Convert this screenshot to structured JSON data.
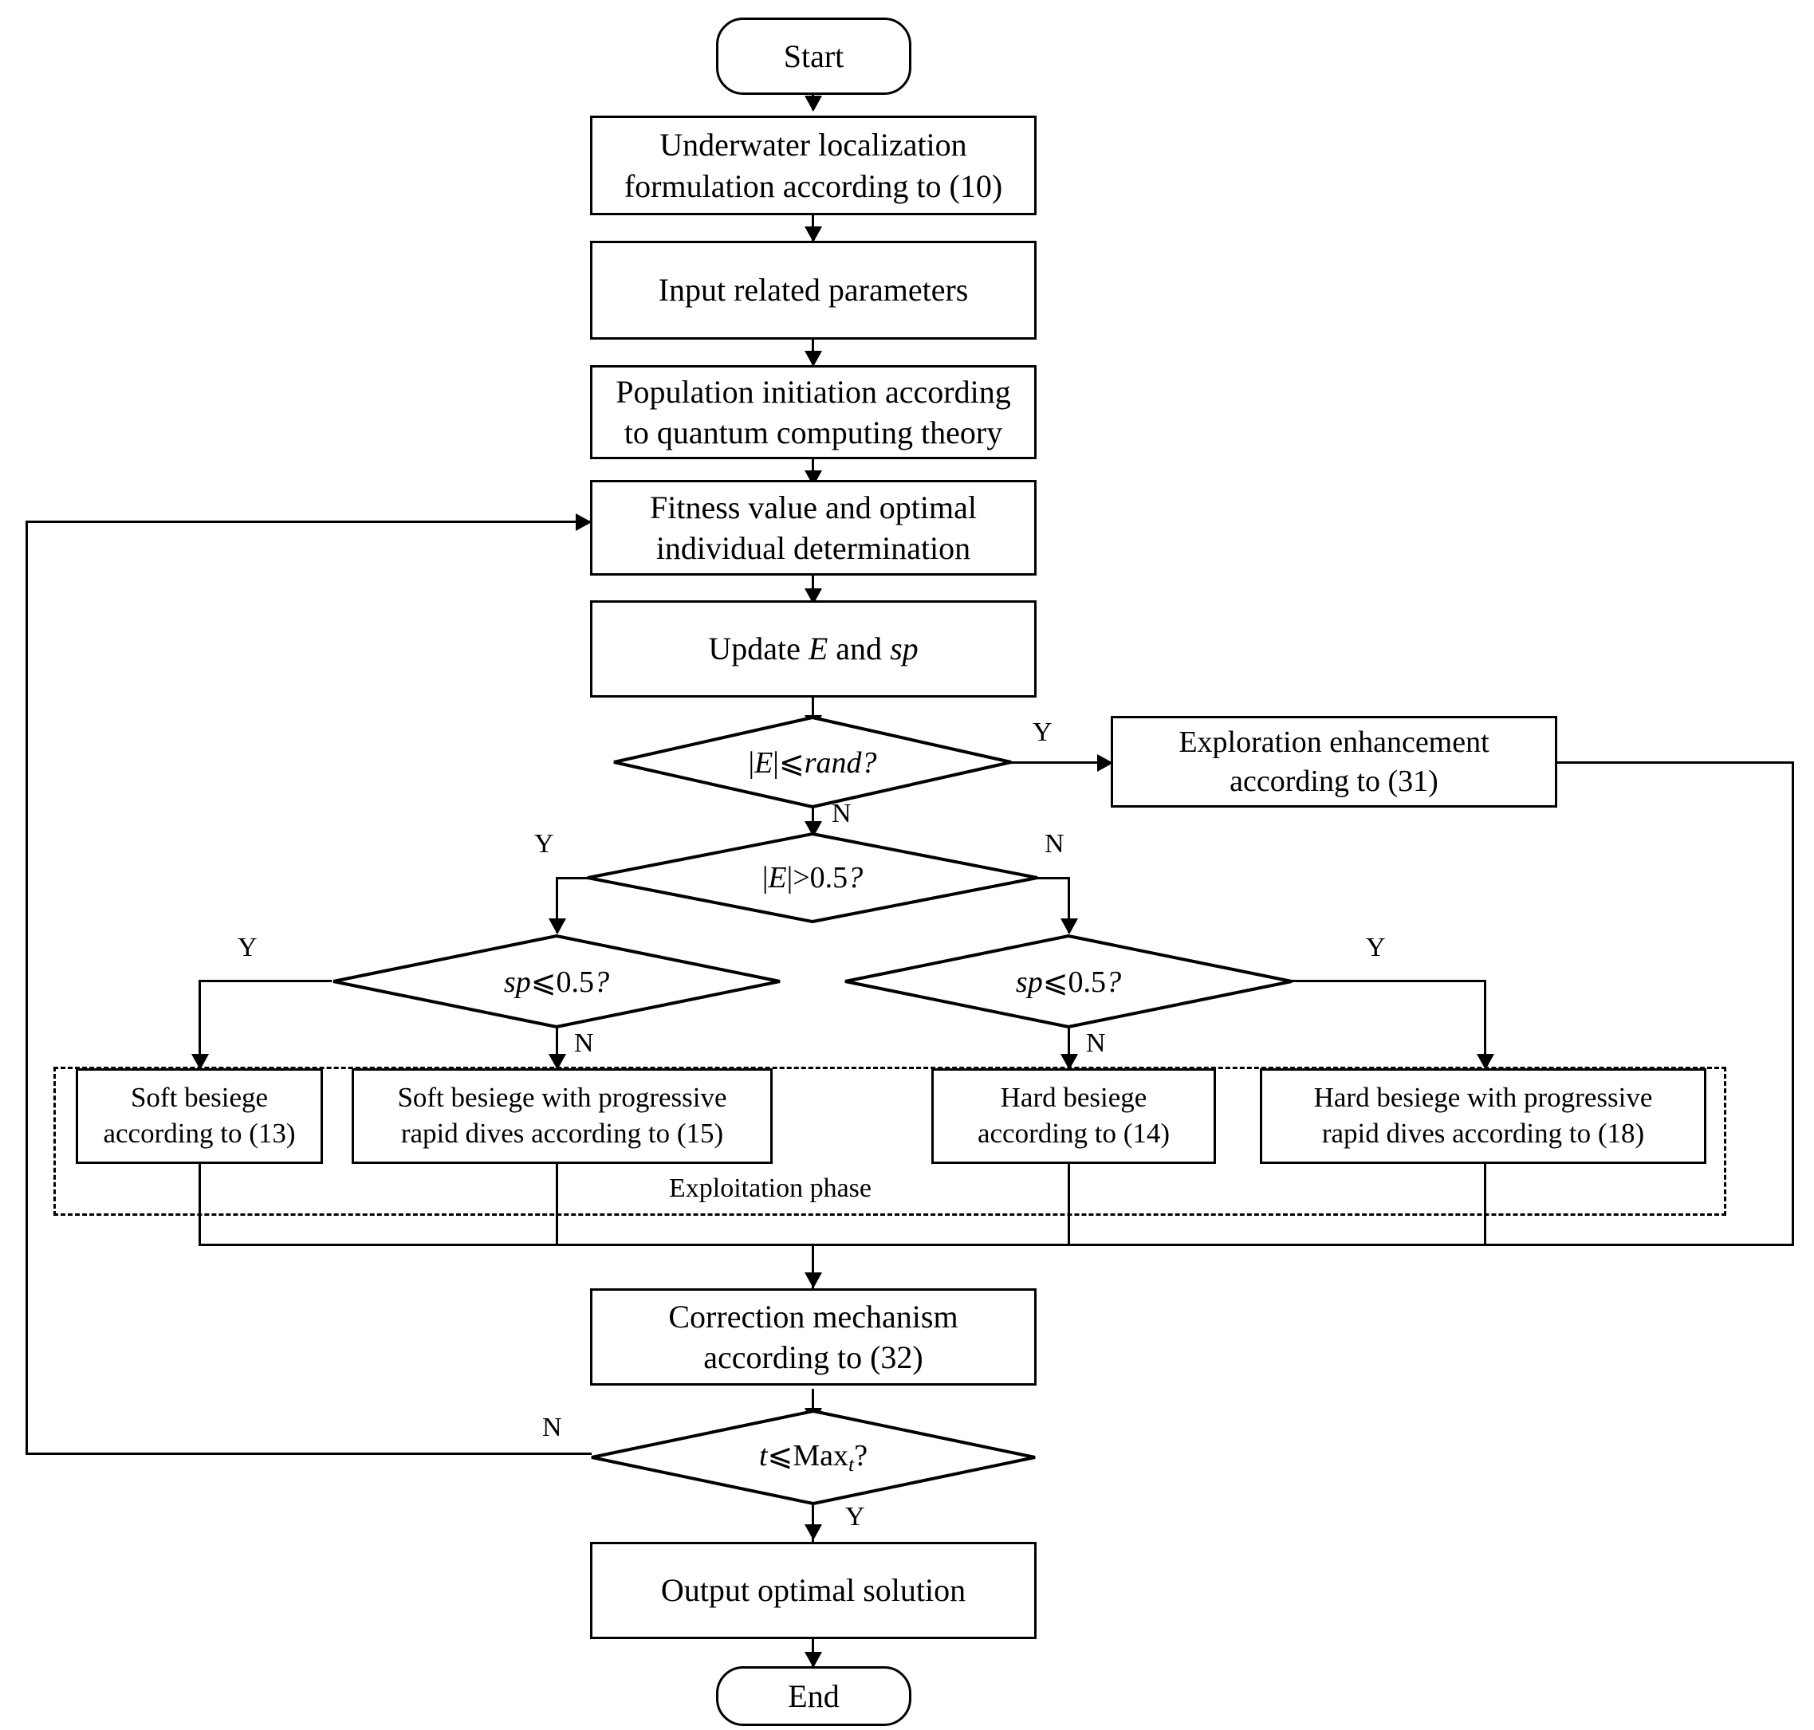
{
  "diagram": {
    "title": "Quantum Harris Hawks Optimization flowchart for underwater localization",
    "type": "flowchart",
    "phase_label": "Exploitation phase",
    "colors": {
      "stroke": "#000000",
      "fill": "#ffffff",
      "text": "#000000"
    },
    "nodes": [
      {
        "id": "start",
        "shape": "terminator",
        "text": "Start"
      },
      {
        "id": "formulation",
        "shape": "process",
        "line1": "Underwater localization",
        "line2": "formulation according to (10)"
      },
      {
        "id": "input",
        "shape": "process",
        "line1": "Input related parameters"
      },
      {
        "id": "population",
        "shape": "process",
        "line1": "Population initiation according",
        "line2": "to quantum computing theory"
      },
      {
        "id": "fitness",
        "shape": "process",
        "line1": "Fitness value and optimal",
        "line2": "individual determination"
      },
      {
        "id": "update",
        "shape": "process",
        "line1": "Update E and sp"
      },
      {
        "id": "d_rand",
        "shape": "decision",
        "text": "|E|⩽rand?"
      },
      {
        "id": "explore",
        "shape": "process",
        "line1": "Exploration enhancement",
        "line2": "according to (31)"
      },
      {
        "id": "d_e05",
        "shape": "decision",
        "text": "|E|>0.5?"
      },
      {
        "id": "d_sp_left",
        "shape": "decision",
        "text": "sp⩽0.5?"
      },
      {
        "id": "d_sp_right",
        "shape": "decision",
        "text": "sp⩽0.5?"
      },
      {
        "id": "soft",
        "shape": "process",
        "line1": "Soft besiege",
        "line2": "according to (13)"
      },
      {
        "id": "soft_prog",
        "shape": "process",
        "line1": "Soft besiege with progressive",
        "line2": "rapid dives according to (15)"
      },
      {
        "id": "hard",
        "shape": "process",
        "line1": "Hard besiege",
        "line2": "according to (14)"
      },
      {
        "id": "hard_prog",
        "shape": "process",
        "line1": "Hard besiege with progressive",
        "line2": "rapid dives according to (18)"
      },
      {
        "id": "correction",
        "shape": "process",
        "line1": "Correction mechanism",
        "line2": "according to (32)"
      },
      {
        "id": "d_maxt",
        "shape": "decision",
        "text": "t⩽Max_t?"
      },
      {
        "id": "output",
        "shape": "process",
        "line1": "Output optimal solution"
      },
      {
        "id": "end",
        "shape": "terminator",
        "text": "End"
      }
    ],
    "edge_labels": {
      "rand_yes": "Y",
      "rand_no": "N",
      "e05_yes": "Y",
      "e05_no": "N",
      "sp_left_yes": "Y",
      "sp_left_no": "N",
      "sp_right_yes": "Y",
      "sp_right_no": "N",
      "maxt_no": "N",
      "maxt_yes": "Y"
    }
  }
}
